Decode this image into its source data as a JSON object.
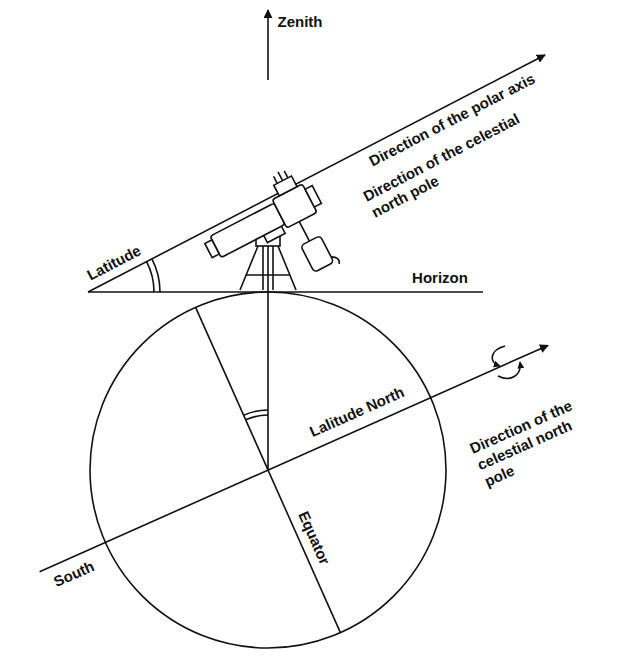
{
  "diagram": {
    "labels": [
      "Zenith",
      "Direction of the polar axis",
      "Direction of the celestial north pole",
      "Latitude",
      "Horizon",
      "Lalitude North",
      "Direction of the celestial north pole",
      "South",
      "Equator"
    ]
  }
}
